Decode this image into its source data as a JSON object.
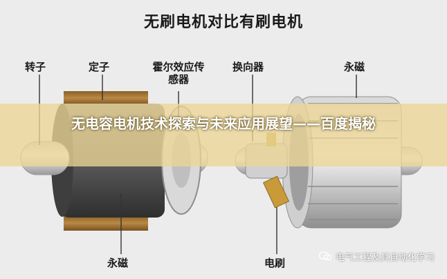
{
  "diagram": {
    "title": "无刷电机对比有刷电机",
    "labels": {
      "rotor": "转子",
      "stator": "定子",
      "hall_sensor": "霍尔效应传感器",
      "commutator": "换向器",
      "magnet_top": "永磁",
      "magnet_bottom": "永磁",
      "brush": "电刷"
    }
  },
  "overlay": {
    "headline": "无电容电机技术探索与未来应用展望——百度揭秘"
  },
  "watermark": {
    "text": "电气工程及其自动化学习",
    "icon": "wechat-icon"
  },
  "colors": {
    "copper": "#a9793a",
    "steel": "#b7b7b7",
    "dark_steel": "#4c4c4c",
    "brush": "#c99a3a",
    "banner": "#ecd696"
  }
}
